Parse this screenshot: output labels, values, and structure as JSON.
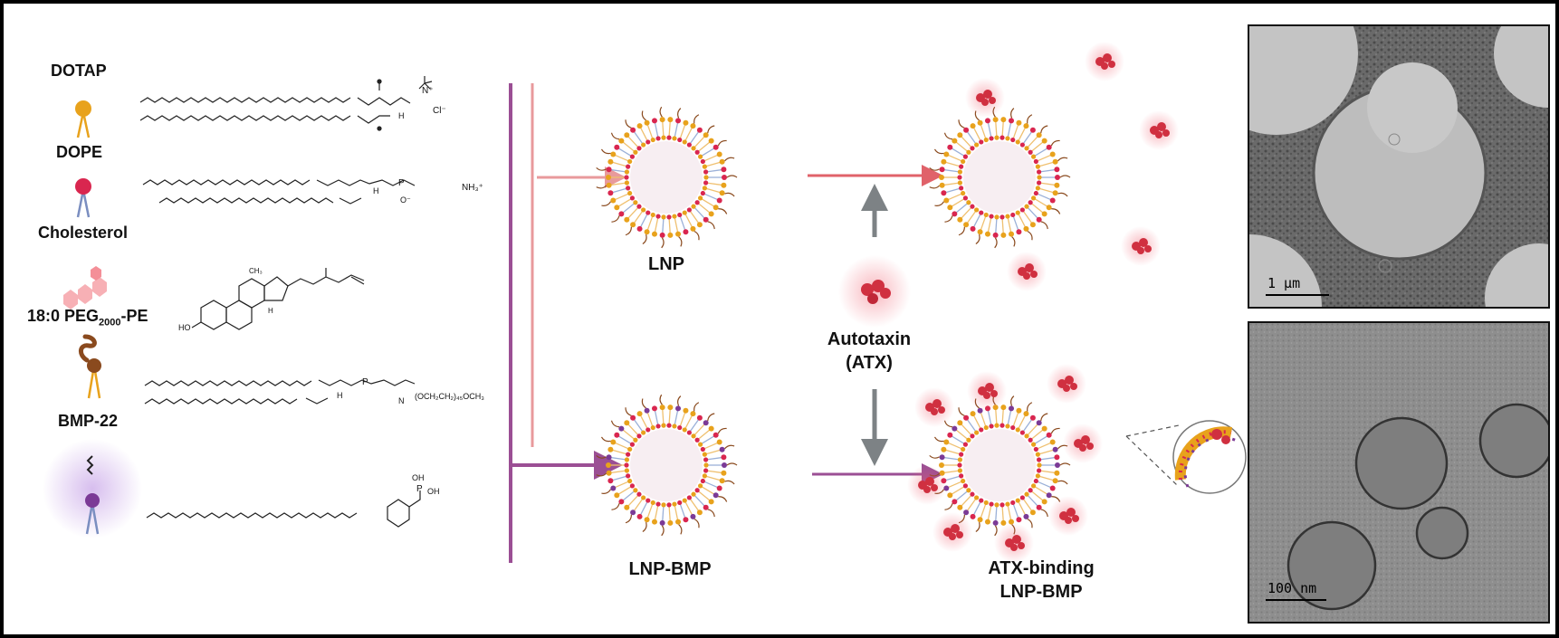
{
  "lipids": [
    {
      "id": "dotap",
      "name": "DOTAP"
    },
    {
      "id": "dope",
      "name": "DOPE"
    },
    {
      "id": "cholesterol",
      "name": "Cholesterol"
    },
    {
      "id": "peg",
      "name_prefix": "18:0 PEG",
      "name_sub": "2000",
      "name_suffix": "-PE"
    },
    {
      "id": "bmp",
      "name": "BMP-22"
    }
  ],
  "chem_labels": {
    "dotap_n": "N⁺",
    "dotap_cl": "Cl⁻",
    "dotap_h": "H",
    "dope_p": "P",
    "dope_nh3": "NH₃⁺",
    "dope_o": "O⁻",
    "dope_h": "H",
    "chol_ho": "HO",
    "chol_ch3": "CH₃",
    "chol_h": "H",
    "peg_p": "P",
    "peg_chain": "(OCH₂CH₂)₄₅OCH₃",
    "peg_n": "N",
    "peg_h": "H",
    "bmp_oh1": "OH",
    "bmp_oh2": "OH",
    "bmp_p": "P"
  },
  "labels": {
    "lnp": "LNP",
    "lnp_bmp": "LNP-BMP",
    "autotaxin_line1": "Autotaxin",
    "autotaxin_line2": "(ATX)",
    "atx_binding_line1": "ATX-binding",
    "atx_binding_line2": "LNP-BMP"
  },
  "em_panels": {
    "top_scalebar": "1 μm",
    "bottom_scalebar": "100 nm"
  },
  "colors": {
    "dotap": "#e8a21c",
    "dope": "#d9264f",
    "cholesterol": "#f5a0a8",
    "peg": "#8a4a1e",
    "bmp": "#7b3a96",
    "arrow_pink": "#e89a9c",
    "arrow_red": "#e0626a",
    "arrow_purple": "#9b4f94",
    "arrow_gray": "#7d8285",
    "atx": "#d03040"
  }
}
